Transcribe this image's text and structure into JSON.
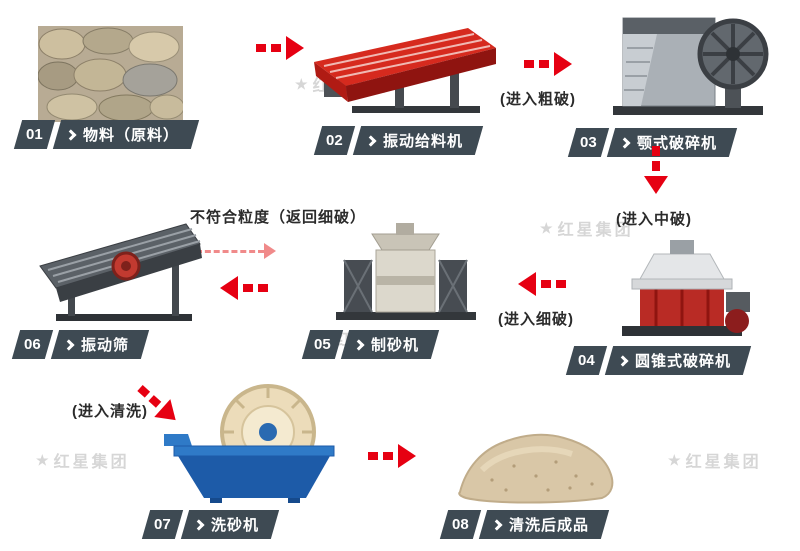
{
  "watermark": {
    "text": "红星集团"
  },
  "colors": {
    "arrow_red": "#e60012",
    "return_arrow_pink": "#f08a8a",
    "label_bg": "#3e4a53",
    "label_text": "#ffffff",
    "watermark_gray": "#cfcfcf"
  },
  "nodes": [
    {
      "id": "01",
      "label": "物料（原料）",
      "image": "raw-material-rocks-photo"
    },
    {
      "id": "02",
      "label": "振动给料机",
      "image": "vibrating-feeder-illustration"
    },
    {
      "id": "03",
      "label": "颚式破碎机",
      "image": "jaw-crusher-illustration"
    },
    {
      "id": "04",
      "label": "圆锥式破碎机",
      "image": "cone-crusher-illustration"
    },
    {
      "id": "05",
      "label": "制砂机",
      "image": "sand-making-machine-illustration"
    },
    {
      "id": "06",
      "label": "振动筛",
      "image": "vibrating-screen-illustration"
    },
    {
      "id": "07",
      "label": "洗砂机",
      "image": "sand-washer-illustration"
    },
    {
      "id": "08",
      "label": "清洗后成品",
      "image": "washed-sand-photo"
    }
  ],
  "annotations": {
    "coarse": "(进入粗破)",
    "medium": "(进入中破)",
    "fine": "(进入细破)",
    "return": "不符合粒度（返回细破）",
    "wash": "(进入清洗)"
  }
}
